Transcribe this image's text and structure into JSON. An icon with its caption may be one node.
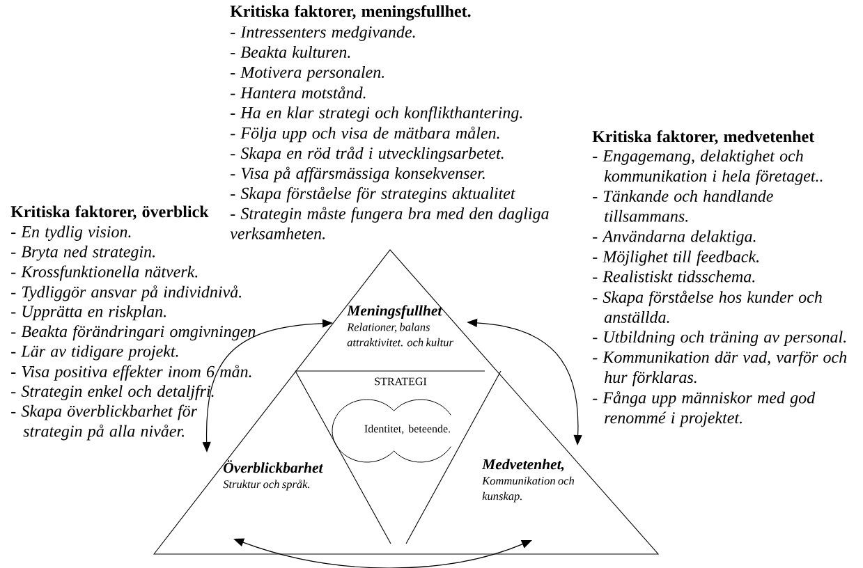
{
  "diagram": {
    "nodes": [
      {
        "text": [
          "Meningsfullhet",
          "Relationer, balans attraktivitet. och kultur"
        ]
      },
      {
        "text": [
          "Överblickbarhet",
          "Struktur och språk."
        ]
      },
      {
        "text": [
          "Medvetenhet,",
          "Kommunikation och kunskap."
        ]
      },
      {
        "text": [
          "STRATEGI"
        ]
      },
      {
        "text": [
          "Identitet, beteende."
        ],
        "in": 3
      }
    ],
    "edges": [
      {
        "from": 1,
        "to": 0,
        "arrow": "both"
      },
      {
        "from": 0,
        "to": 2,
        "arrow": "both"
      },
      {
        "from": 1,
        "to": 2,
        "arrow": "both"
      }
    ],
    "labels": [
      "Kritiska faktorer, meningsfullhet.",
      "- Intressenters medgivande.",
      "- Beakta kulturen.",
      "- Motivera personalen.",
      "- Hantera motstånd.",
      "- Ha en klar strategi och konflikthantering.",
      "- Följa upp och visa de mätbara målen.",
      "- Skapa en röd tråd i utvecklingsarbetet.",
      "- Visa på affärsmässiga konsekvenser.",
      "- Skapa förståelse för strategins aktualitet",
      "- Strategin måste fungera bra med den dagliga verksamheten.",
      "Kritiska faktorer, medvetenhet",
      "- Engagemang, delaktighet och kommunikation i hela företaget..",
      "- Tänkande och handlande tillsammans.",
      "- Användarna delaktiga.",
      "- Möjlighet till feedback.",
      "- Realistiskt tidsschema.",
      "- Skapa förståelse hos kunder och anställda.",
      "- Utbildning och träning av personal.",
      "- Kommunikation där vad, varför och hur förklaras.",
      "- Fånga upp människor med god renommé i projektet.",
      "Kritiska faktorer, överblick",
      "- En tydlig vision.",
      "- Bryta ned strategin.",
      "- Krossfunktionella nätverk.",
      "- Tydliggör ansvar på individnivå.",
      "- Upprätta en riskplan.",
      "- Beakta förändringari omgivningen",
      "- Lär av tidigare projekt.",
      "- Visa positiva effekter inom 6 mån.",
      "- Strategin enkel och detaljfri.",
      "- Skapa överblickbarhet för strategin på alla nivåer."
    ]
  }
}
